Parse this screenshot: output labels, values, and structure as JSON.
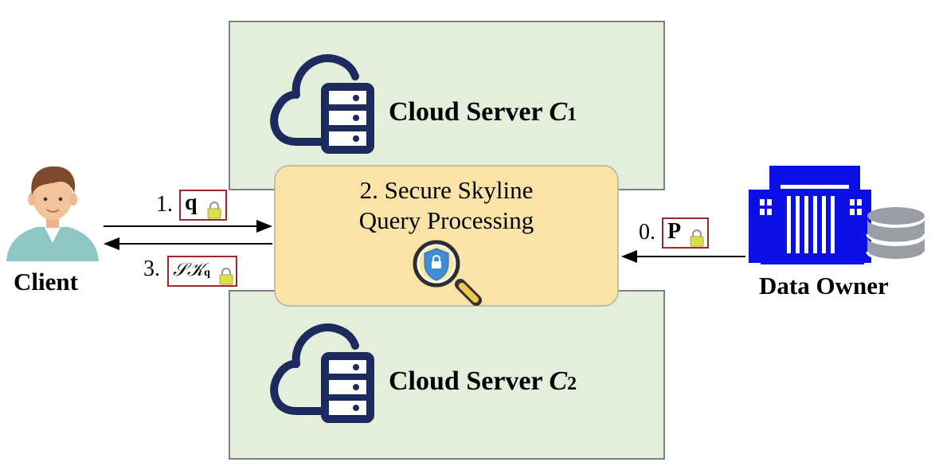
{
  "servers": {
    "c1": {
      "name": "Cloud Server ",
      "var": "C",
      "sub": "1",
      "icon": "cloud-server-icon"
    },
    "c2": {
      "name": "Cloud Server ",
      "var": "C",
      "sub": "2",
      "icon": "cloud-server-icon"
    }
  },
  "processing": {
    "line1": "2. Secure Skyline",
    "line2": "Query Processing",
    "icon": "secure-search-icon"
  },
  "client": {
    "label": "Client",
    "icon": "person-avatar-icon"
  },
  "owner": {
    "label": "Data Owner",
    "icon": "building-database-icon"
  },
  "messages": {
    "query": {
      "step": "1.",
      "symbol": "q"
    },
    "result": {
      "step": "3.",
      "symbol": "𝒮𝒦",
      "sub": "q"
    },
    "dataset": {
      "step": "0.",
      "symbol": "P"
    }
  },
  "colors": {
    "server_fill": "#e3eedb",
    "server_border": "#7f7f7f",
    "process_fill": "#f9e4a6",
    "process_border": "#b5b0a0",
    "icon_navy": "#1c2a5e",
    "owner_blue": "#0a10e6",
    "tag_border": "#9b2a2a",
    "lock_yellow": "#d9e04a"
  }
}
